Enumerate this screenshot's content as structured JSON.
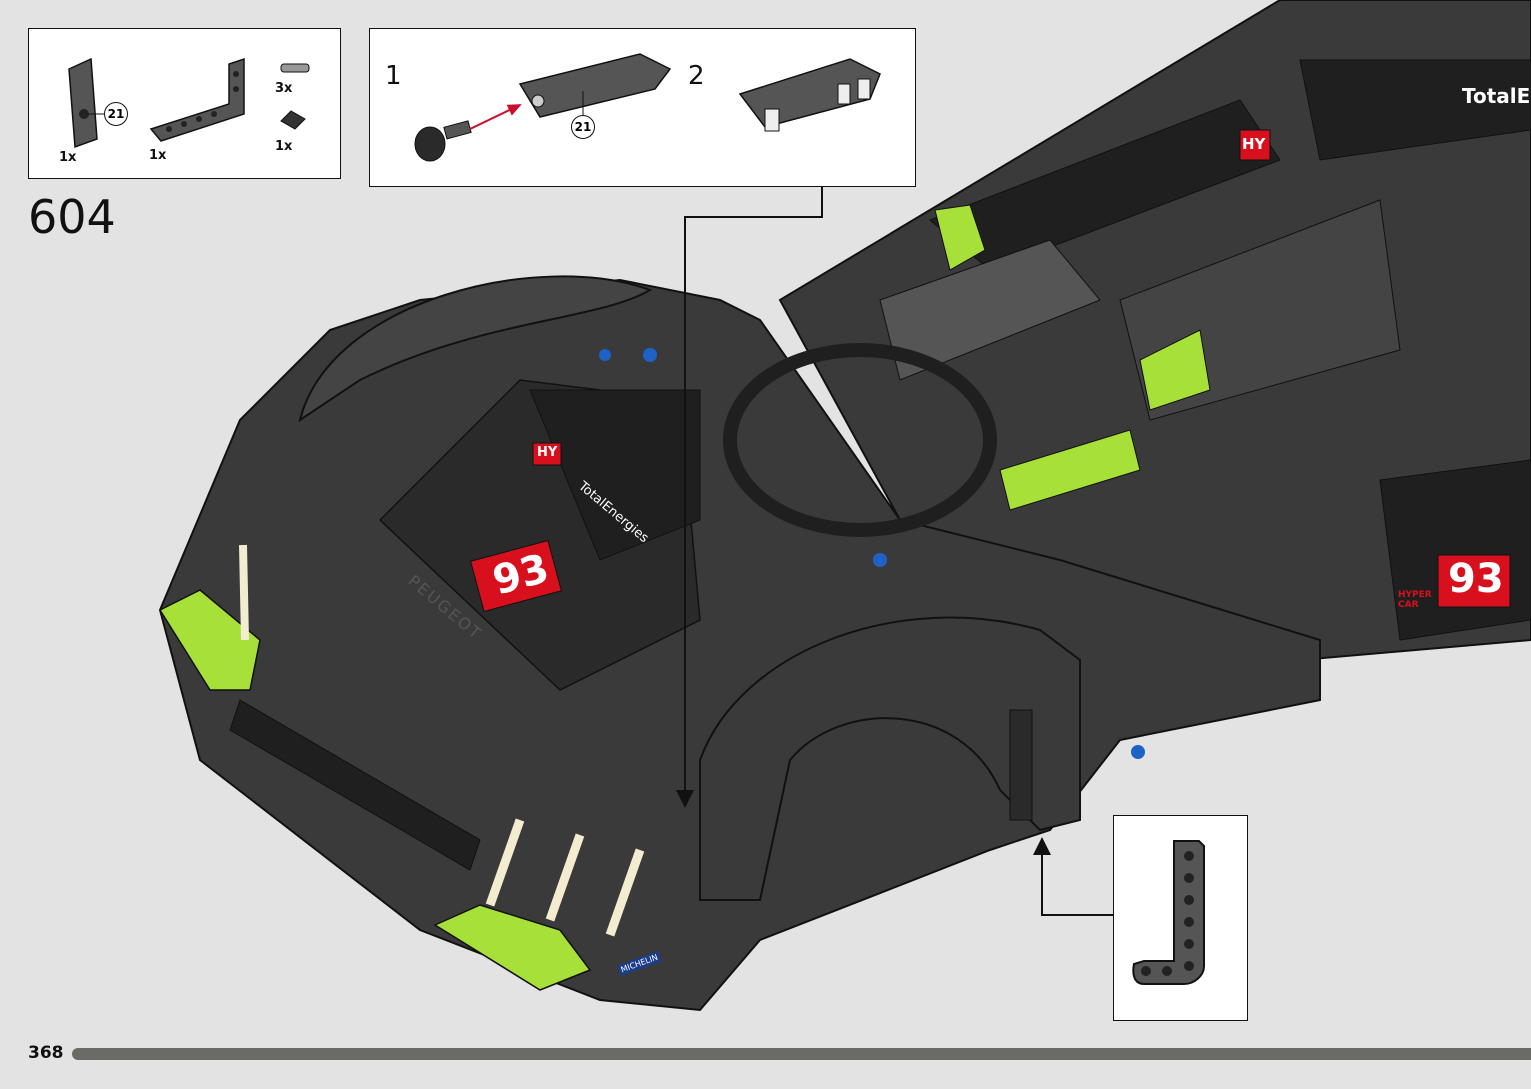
{
  "page_number": "368",
  "step_number": "604",
  "parts_list": [
    {
      "qty": "1x",
      "callout": "21"
    },
    {
      "qty": "1x"
    },
    {
      "qty": "3x"
    },
    {
      "qty": "1x"
    }
  ],
  "sub_steps": [
    {
      "number": "1",
      "callout": "21"
    },
    {
      "number": "2"
    }
  ],
  "decals": {
    "race_number": "93",
    "brand": "TotalEnergies",
    "brand_short": "TotalEn",
    "hy_badge": "HY",
    "hypercar": "HYPER CAR",
    "make": "PEUGEOT",
    "tire_brand": "MICHELIN"
  },
  "colors": {
    "background": "#e3e3e3",
    "body_dark": "#3a3a3a",
    "body_black": "#1f1f1f",
    "accent_lime": "#a8e03a",
    "decal_red": "#d8101e",
    "progress": "#6a6a66"
  }
}
